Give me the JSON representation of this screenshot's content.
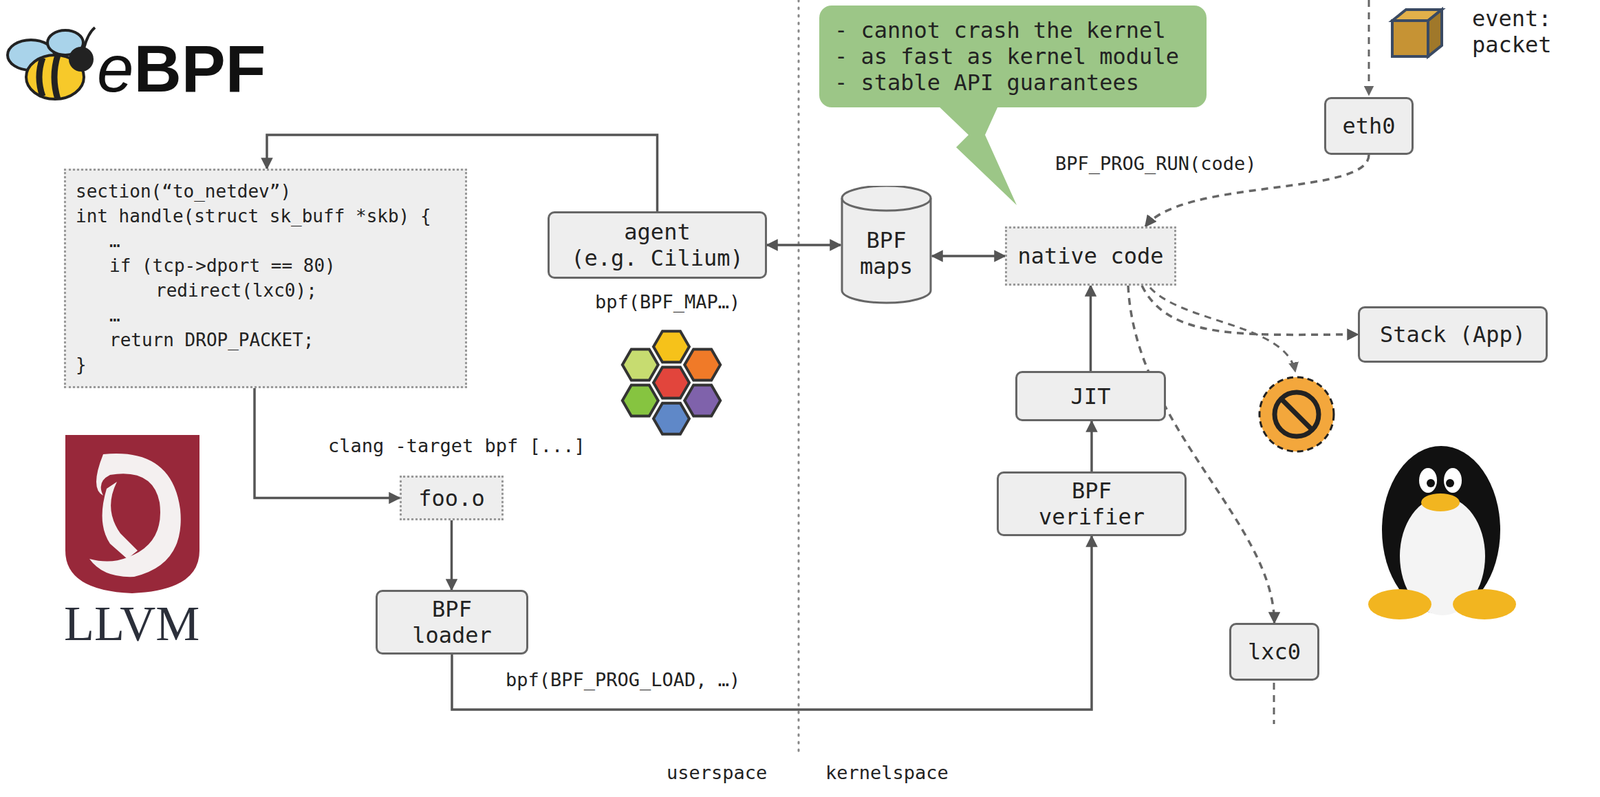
{
  "diagram": {
    "nodes": [
      {
        "text": [
          "section(“to_netdev”)",
          "int handle(struct sk_buff *skb) {",
          "…",
          "if (tcp->dport == 80)",
          "redirect(lxc0);",
          "…",
          "return DROP_PACKET;",
          "}"
        ]
      },
      {
        "text": [
          "agent",
          "(e.g. Cilium)"
        ]
      },
      {
        "text": [
          "BPF maps"
        ]
      },
      {
        "text": [
          "native code"
        ]
      },
      {
        "text": [
          "eth0"
        ]
      },
      {
        "text": [
          "Stack (App)"
        ]
      },
      {
        "text": [
          "foo.o"
        ]
      },
      {
        "text": [
          "BPF loader"
        ]
      },
      {
        "text": [
          "JIT"
        ]
      },
      {
        "text": [
          "BPF verifier"
        ]
      },
      {
        "text": [
          "lxc0"
        ]
      },
      {
        "text": [
          "- cannot crash the kernel",
          "- as fast as kernel module",
          "- stable API guarantees"
        ]
      }
    ],
    "edges": [
      {
        "from": 0,
        "to": 6,
        "arrow": "to",
        "label": "clang -target bpf [...]"
      },
      {
        "from": 6,
        "to": 7,
        "arrow": "to"
      },
      {
        "from": 7,
        "to": 9,
        "arrow": "to",
        "label": "bpf(BPF_PROG_LOAD, …)"
      },
      {
        "from": 9,
        "to": 8,
        "arrow": "to"
      },
      {
        "from": 8,
        "to": 3,
        "arrow": "to"
      },
      {
        "from": 1,
        "to": 0,
        "arrow": "to"
      },
      {
        "from": 1,
        "to": 2,
        "arrow": "both"
      },
      {
        "from": 2,
        "to": 3,
        "arrow": "both"
      },
      {
        "from": 4,
        "to": 3,
        "arrow": "to"
      },
      {
        "from": 3,
        "to": 5,
        "arrow": "to"
      },
      {
        "from": 3,
        "to": 10,
        "arrow": "to"
      }
    ],
    "labels": [
      "eBPF",
      "LLVM",
      "bpf(BPF_MAP…)",
      "BPF_PROG_RUN(code)",
      "event: packet",
      "userspace",
      "kernelspace"
    ]
  }
}
